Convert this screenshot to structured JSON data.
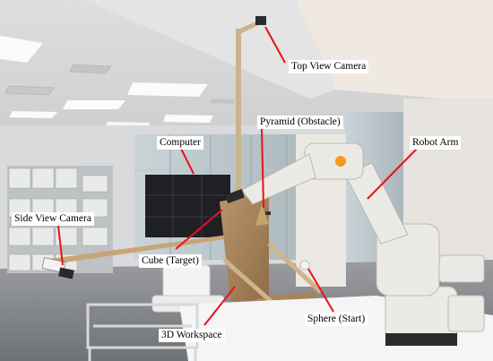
{
  "labels": {
    "top_view_camera": "Top View Camera",
    "pyramid_obstacle": "Pyramid (Obstacle)",
    "computer": "Computer",
    "robot_arm": "Robot Arm",
    "side_view_camera": "Side View Camera",
    "cube_target": "Cube (Target)",
    "sphere_start": "Sphere (Start)",
    "workspace_3d": "3D Workspace"
  },
  "colors": {
    "annotation_line": "#e8121a",
    "label_background": "#ffffff",
    "label_text": "#000000"
  }
}
